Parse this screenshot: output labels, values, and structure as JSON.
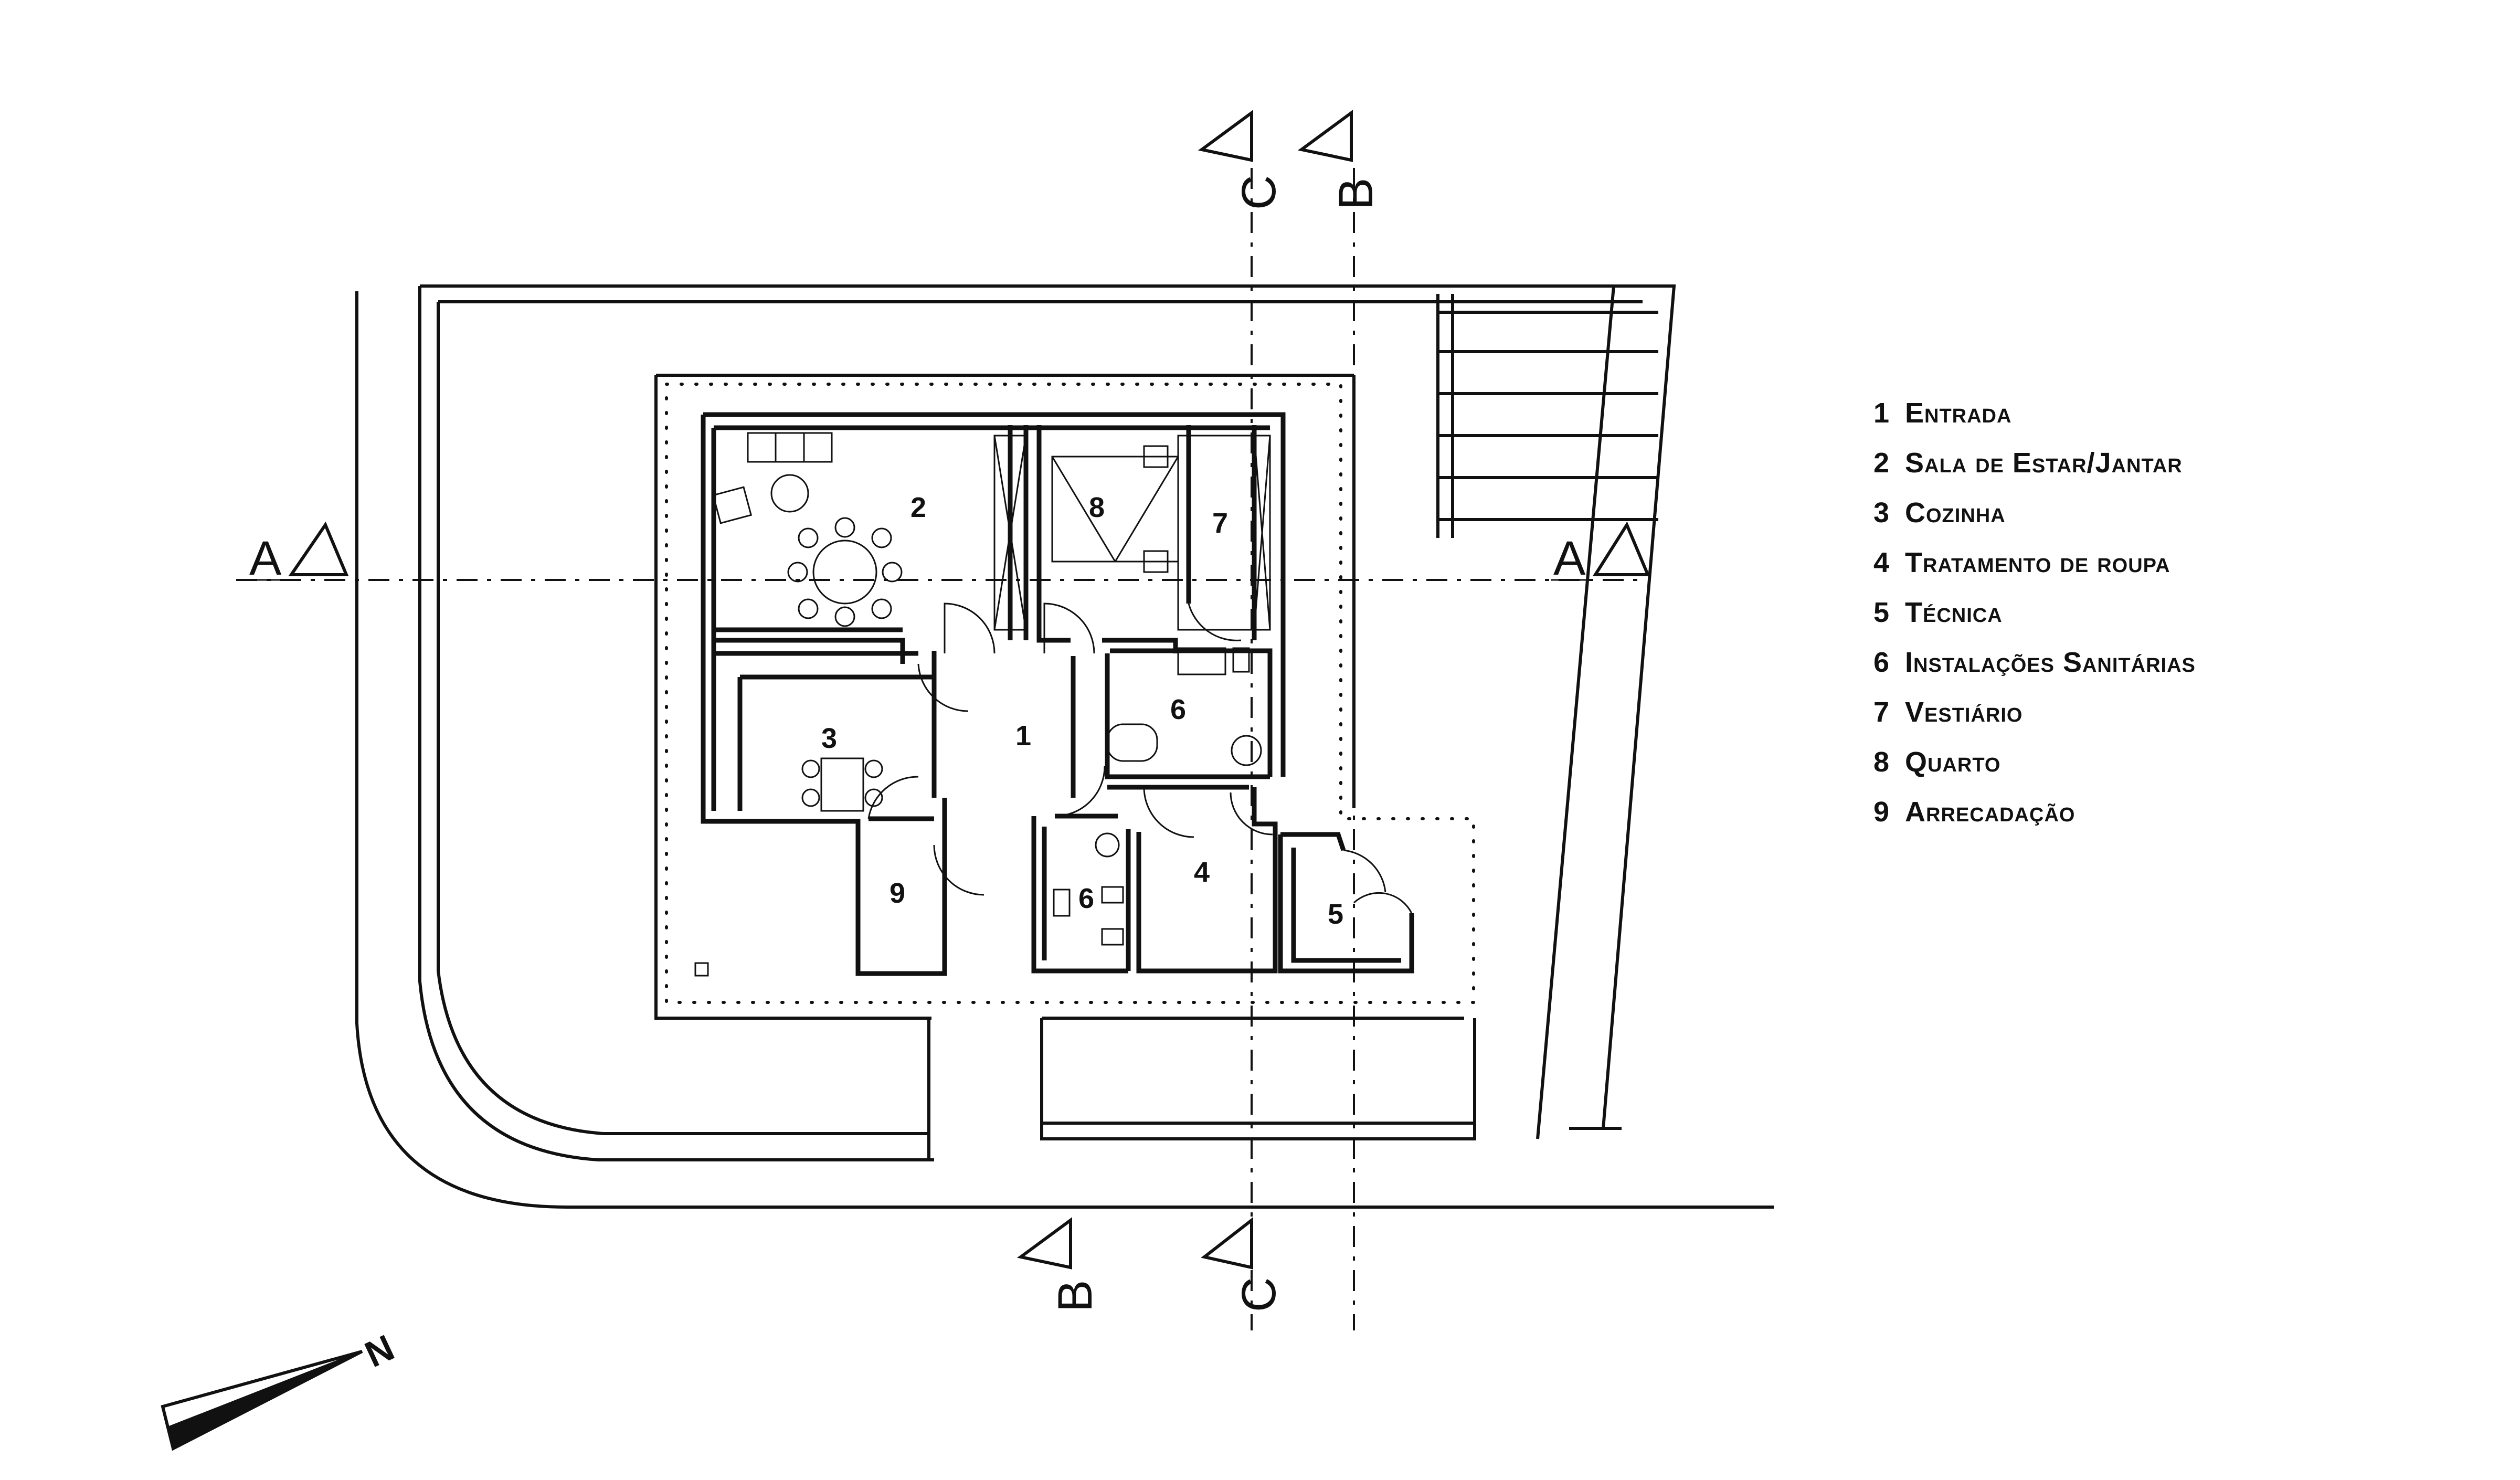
{
  "legend": {
    "items": [
      {
        "number": "1",
        "label": "Entrada"
      },
      {
        "number": "2",
        "label": "Sala de Estar/Jantar"
      },
      {
        "number": "3",
        "label": "Cozinha"
      },
      {
        "number": "4",
        "label": "Tratamento de roupa"
      },
      {
        "number": "5",
        "label": "Técnica"
      },
      {
        "number": "6",
        "label": "Instalações Sanitárias"
      },
      {
        "number": "7",
        "label": "Vestiário"
      },
      {
        "number": "8",
        "label": "Quarto"
      },
      {
        "number": "9",
        "label": "Arrecadação"
      }
    ]
  },
  "plan": {
    "rooms": {
      "r1": "1",
      "r2": "2",
      "r3": "3",
      "r4": "4",
      "r5": "5",
      "r6a": "6",
      "r6b": "6",
      "r7": "7",
      "r8": "8",
      "r9": "9"
    },
    "section_marks": {
      "a_left": "A",
      "a_right": "A",
      "b_top": "B",
      "b_bottom": "B",
      "c_top": "C",
      "c_bottom": "C"
    },
    "compass": "N"
  },
  "colors": {
    "line": "#111111",
    "background": "#ffffff"
  }
}
